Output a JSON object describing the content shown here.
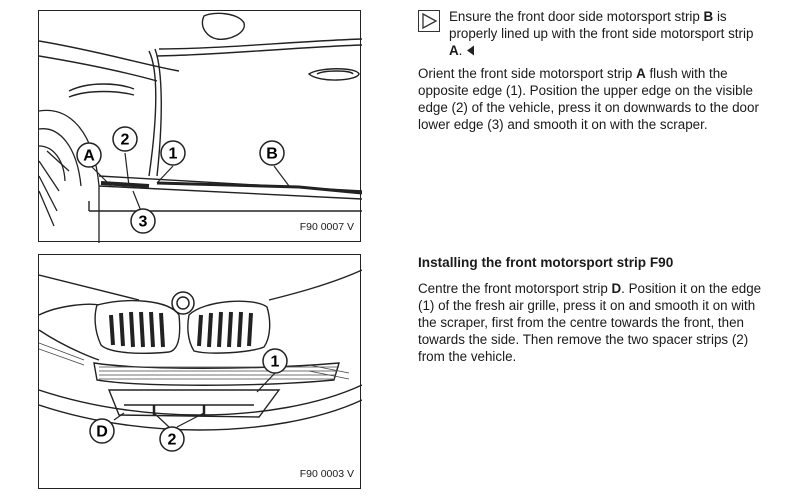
{
  "figures": {
    "fig1": {
      "code": "F90 0007 V",
      "callouts": {
        "a": "A",
        "b": "B",
        "n1": "1",
        "n2": "2",
        "n3": "3"
      }
    },
    "fig2": {
      "code": "F90 0003 V",
      "callouts": {
        "d": "D",
        "n1": "1",
        "n2": "2"
      }
    }
  },
  "note": {
    "icon": "note-triangle-icon",
    "text_pre": "Ensure the front door side motorsport strip ",
    "strip_b": "B",
    "text_mid": " is properly lined up with the front side motorsport strip ",
    "strip_a": "A",
    "text_end": ".",
    "end_icon": "end-marker-icon"
  },
  "para1": {
    "t1": "Orient the front side motorsport strip ",
    "a": "A",
    "t2": " flush with the opposite edge (1). Position the upper edge on the visible edge (2) of the vehicle, press it on downwards to the door lower edge (3) and smooth it on with the scraper."
  },
  "section2": {
    "heading": "Installing the front motorsport strip F90",
    "t1": "Centre the front motorsport strip ",
    "d": "D",
    "t2": ". Position it on the edge (1) of the fresh air grille, press it on and smooth it on with the scraper, first from the centre towards the front, then towards the side. Then remove the two spacer strips (2) from the vehicle."
  }
}
